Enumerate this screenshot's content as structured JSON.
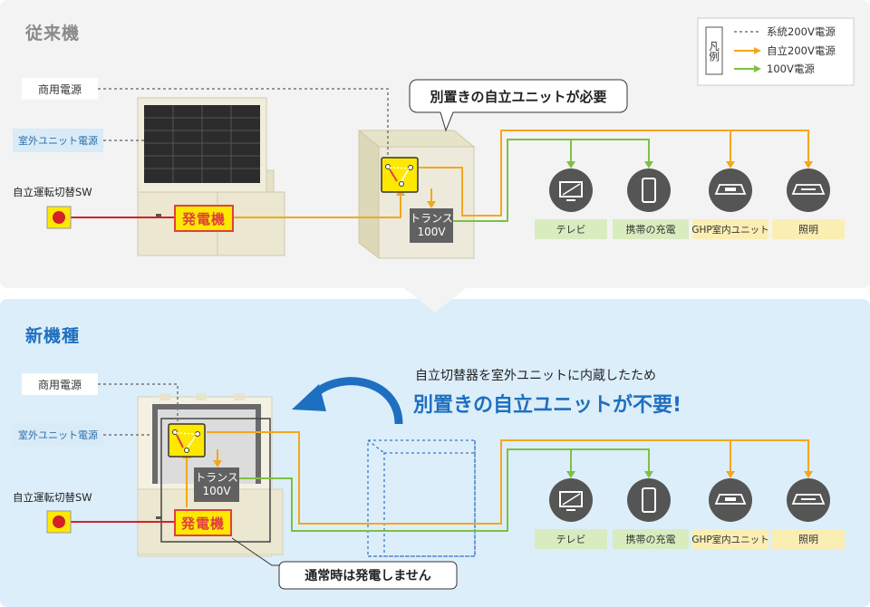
{
  "colors": {
    "grid_line": "#777777",
    "independent_200v": "#f5a71a",
    "line_100v": "#7dc142",
    "signal_line": "#d4202a",
    "top_bg": "#f3f3f3",
    "bottom_bg": "#dceefa",
    "accent_blue": "#1e6fc0"
  },
  "legend": {
    "title": "凡例",
    "grid_200v": "系統200V電源",
    "independent_200v": "自立200V電源",
    "line_100v": "100V電源"
  },
  "conventional": {
    "title": "従来機",
    "commercial_power": "商用電源",
    "outdoor_unit_power": "室外ユニット電源",
    "switch_label": "自立運転切替SW",
    "generator": "発電機",
    "bubble": "別置きの自立ユニットが必要",
    "transformer_line1": "トランス",
    "transformer_line2": "100V",
    "devices": [
      {
        "label": "テレビ",
        "icon": "tv-icon"
      },
      {
        "label": "携帯の充電",
        "icon": "mobile-phone-icon"
      },
      {
        "label": "GHP室内ユニット",
        "icon": "ceiling-cassette-icon"
      },
      {
        "label": "照明",
        "icon": "ceiling-light-icon"
      }
    ]
  },
  "new_model": {
    "title": "新機種",
    "commercial_power": "商用電源",
    "outdoor_unit_power": "室外ユニット電源",
    "switch_label": "自立運転切替SW",
    "headline_line1": "自立切替器を室外ユニットに内蔵したため",
    "headline_line2": "別置きの自立ユニットが不要!",
    "transformer_line1": "トランス",
    "transformer_line2": "100V",
    "generator": "発電機",
    "callout": "通常時は発電しません",
    "devices": [
      {
        "label": "テレビ",
        "icon": "tv-icon"
      },
      {
        "label": "携帯の充電",
        "icon": "mobile-phone-icon"
      },
      {
        "label": "GHP室内ユニット",
        "icon": "ceiling-cassette-icon"
      },
      {
        "label": "照明",
        "icon": "ceiling-light-icon"
      }
    ]
  }
}
